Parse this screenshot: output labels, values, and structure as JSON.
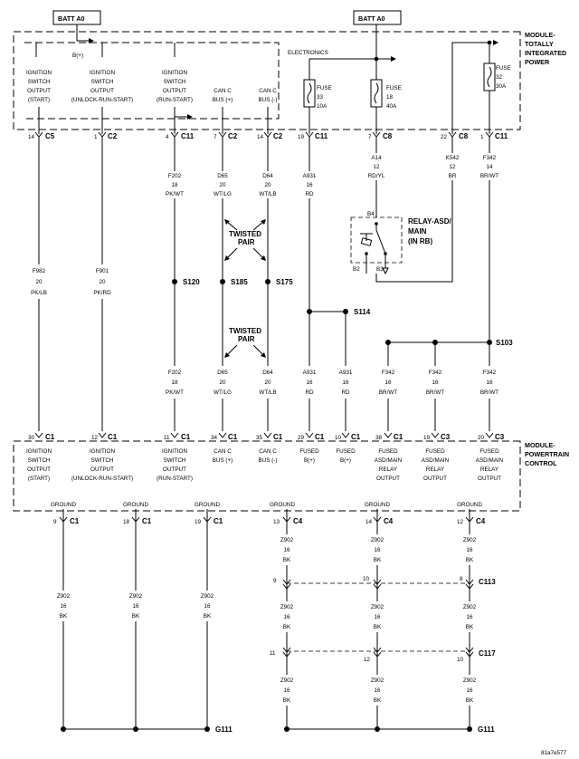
{
  "batt_top_left": "BATT A0",
  "batt_top_right": "BATT A0",
  "b_plus": "B(+)",
  "electronics": "ELECTRONICS",
  "tipm_label": [
    "MODULE-",
    "TOTALLY",
    "INTEGRATED",
    "POWER"
  ],
  "pcm_label": [
    "MODULE-",
    "POWERTRAIN",
    "CONTROL"
  ],
  "tipm_funcs": {
    "ign_start": [
      "IGNITION",
      "SWITCH",
      "OUTPUT",
      "(START)"
    ],
    "ign_unlock": [
      "IGNITION",
      "SWITCH",
      "OUTPUT",
      "(UNLOCK-RUN-START)"
    ],
    "ign_run": [
      "IGNITION",
      "SWITCH",
      "OUTPUT",
      "(RUN-START)"
    ],
    "canp": [
      "CAN C",
      "BUS (+)"
    ],
    "cann": [
      "CAN C",
      "BUS (-)"
    ]
  },
  "fuses": {
    "f33": [
      "FUSE",
      "33",
      "10A"
    ],
    "f18": [
      "FUSE",
      "18",
      "40A"
    ],
    "f32": [
      "FUSE",
      "32",
      "30A"
    ]
  },
  "tipm_pins": [
    {
      "pin": "14",
      "conn": "C5"
    },
    {
      "pin": "1",
      "conn": "C2"
    },
    {
      "pin": "4",
      "conn": "C11"
    },
    {
      "pin": "7",
      "conn": "C2"
    },
    {
      "pin": "14",
      "conn": "C2"
    },
    {
      "pin": "19",
      "conn": "C11"
    },
    {
      "pin": "7",
      "conn": "C8"
    },
    {
      "pin": "22",
      "conn": "C8"
    },
    {
      "pin": "1",
      "conn": "C11"
    }
  ],
  "wires_upper": {
    "f202": [
      "F202",
      "18",
      "PK/WT"
    ],
    "d65": [
      "D65",
      "20",
      "WT/LG"
    ],
    "d64": [
      "D64",
      "20",
      "WT/LB"
    ],
    "a931": [
      "A931",
      "16",
      "RD"
    ],
    "a14": [
      "A14",
      "12",
      "RD/YL"
    ],
    "k542": [
      "K542",
      "12",
      "BR"
    ],
    "f342": [
      "F342",
      "14",
      "BR/WT"
    ]
  },
  "wires_mid": {
    "f982": [
      "F982",
      "20",
      "PK/LB"
    ],
    "f901": [
      "F901",
      "20",
      "PK/RD"
    ]
  },
  "wires_lower": {
    "f202": [
      "F202",
      "18",
      "PK/WT"
    ],
    "d65": [
      "D65",
      "20",
      "WT/LG"
    ],
    "d64": [
      "D64",
      "20",
      "WT/LB"
    ],
    "a931a": [
      "A931",
      "16",
      "RD"
    ],
    "a931b": [
      "A931",
      "16",
      "RD"
    ],
    "f342a": [
      "F342",
      "16",
      "BR/WT"
    ],
    "f342b": [
      "F342",
      "16",
      "BR/WT"
    ],
    "f342c": [
      "F342",
      "16",
      "BR/WT"
    ]
  },
  "relay_label": [
    "RELAY-ASD/",
    "MAIN",
    "(IN RB)"
  ],
  "relay_pins": {
    "b4": "B4",
    "b2": "B2",
    "b3": "B3"
  },
  "twisted_pair": [
    "TWISTED",
    "PAIR"
  ],
  "splices": {
    "s120": "S120",
    "s185": "S185",
    "s175": "S175",
    "s114": "S114",
    "s103": "S103"
  },
  "pcm_pins": [
    {
      "pin": "30",
      "conn": "C1"
    },
    {
      "pin": "12",
      "conn": "C1"
    },
    {
      "pin": "11",
      "conn": "C1"
    },
    {
      "pin": "34",
      "conn": "C1"
    },
    {
      "pin": "35",
      "conn": "C1"
    },
    {
      "pin": "29",
      "conn": "C1"
    },
    {
      "pin": "10",
      "conn": "C1"
    },
    {
      "pin": "38",
      "conn": "C1"
    },
    {
      "pin": "19",
      "conn": "C3"
    },
    {
      "pin": "20",
      "conn": "C3"
    }
  ],
  "pcm_funcs": {
    "ign_start": [
      "IGNITION",
      "SWITCH",
      "OUTPUT",
      "(START)"
    ],
    "ign_unlock": [
      "IGNITION",
      "SWITCH",
      "OUTPUT",
      "(UNLOCK-RUN-START)"
    ],
    "ign_run": [
      "IGNITION",
      "SWITCH",
      "OUTPUT",
      "(RUN-START)"
    ],
    "canp": [
      "CAN C",
      "BUS (+)"
    ],
    "cann": [
      "CAN C",
      "BUS (-)"
    ],
    "fused1": [
      "FUSED",
      "B(+)"
    ],
    "fused2": [
      "FUSED",
      "B(+)"
    ],
    "asd1": [
      "FUSED",
      "ASD/MAIN",
      "RELAY",
      "OUTPUT"
    ],
    "asd2": [
      "FUSED",
      "ASD/MAIN",
      "RELAY",
      "OUTPUT"
    ],
    "asd3": [
      "FUSED",
      "ASD/MAIN",
      "RELAY",
      "OUTPUT"
    ]
  },
  "ground_word": "GROUND",
  "ground_pins": [
    {
      "pin": "9",
      "conn": "C1"
    },
    {
      "pin": "18",
      "conn": "C1"
    },
    {
      "pin": "19",
      "conn": "C1"
    },
    {
      "pin": "13",
      "conn": "C4"
    },
    {
      "pin": "14",
      "conn": "C4"
    },
    {
      "pin": "12",
      "conn": "C4"
    }
  ],
  "ground_wire": [
    "Z902",
    "16",
    "BK"
  ],
  "c113": {
    "name": "C113",
    "pins": [
      "9",
      "10",
      "8"
    ]
  },
  "c117": {
    "name": "C117",
    "pins": [
      "11",
      "12",
      "10"
    ]
  },
  "g111_left": "G111",
  "g111_right": "G111",
  "figure_id": "81a7e577"
}
